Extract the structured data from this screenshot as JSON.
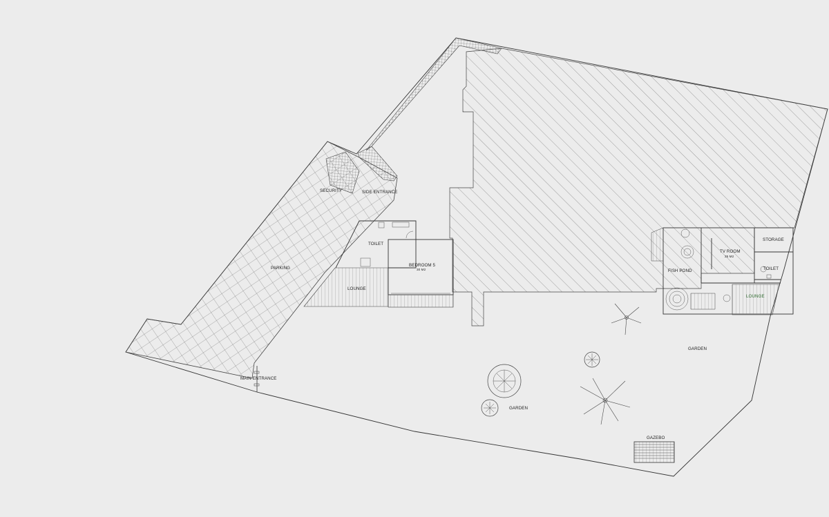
{
  "labels": {
    "security": "SECURITY",
    "side_entrance": "SIDE ENTRANCE",
    "toilet_left": "TOILET",
    "parking": "PARKING",
    "bedroom": "BEDROOM 5",
    "bedroom_area": "30 M2",
    "lounge_left": "LOUNGE",
    "main_entrance": "MAIN ENTRANCE",
    "fish_pond": "FISH POND",
    "tv_room": "TV ROOM",
    "tv_room_area": "25 M2",
    "storage": "STORAGE",
    "toilet_right": "TOILET",
    "lounge_right": "LOUNGE",
    "garden_right": "GARDEN",
    "garden_left": "GARDEN",
    "gazebo": "GAZEBO"
  },
  "colors": {
    "background": "#ececec",
    "line": "#333333",
    "lounge_right_text": "#2f6b2f"
  }
}
